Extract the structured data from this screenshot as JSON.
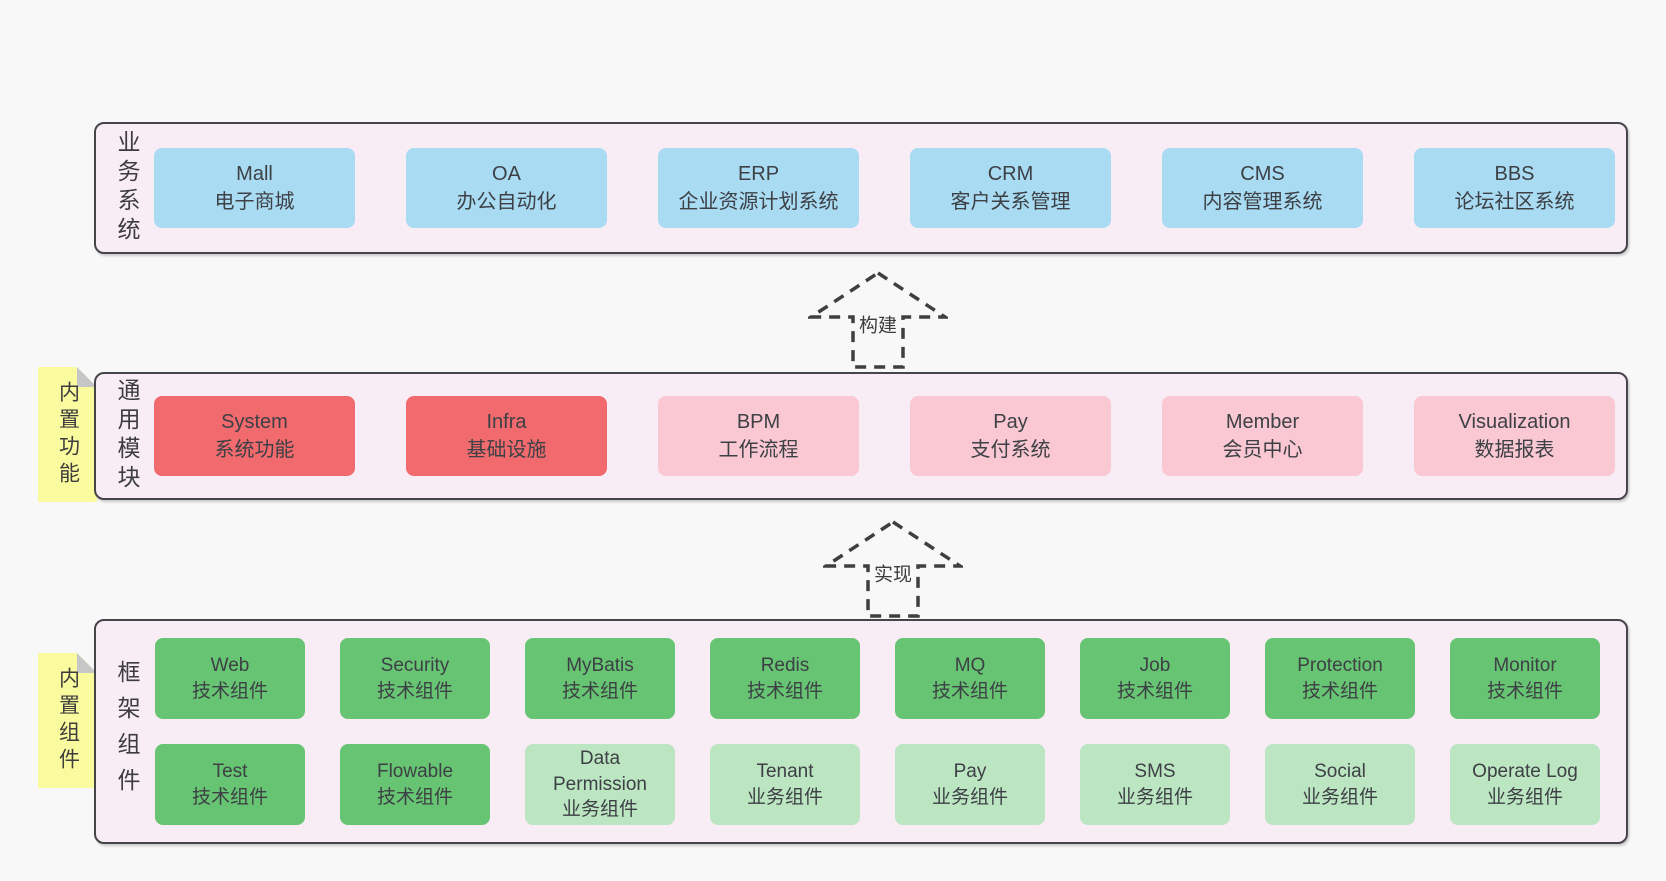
{
  "colors": {
    "page_bg": "#f8f8f8",
    "panel_bg": "#f8ecf5",
    "panel_border": "#46464a",
    "business_box": "#a9dbf3",
    "module_core_box": "#f16a6e",
    "module_optional_box": "#f9c8d2",
    "tech_component_box": "#66c472",
    "biz_component_box": "#bce5c2",
    "sticky_note": "#fafa9e",
    "text": "#3d4045"
  },
  "arrows": {
    "build": "构建",
    "implement": "实现"
  },
  "sections": {
    "business": {
      "label": "业务系统",
      "boxes": [
        {
          "en": "Mall",
          "zh": "电子商城"
        },
        {
          "en": "OA",
          "zh": "办公自动化"
        },
        {
          "en": "ERP",
          "zh": "企业资源计划系统"
        },
        {
          "en": "CRM",
          "zh": "客户关系管理"
        },
        {
          "en": "CMS",
          "zh": "内容管理系统"
        },
        {
          "en": "BBS",
          "zh": "论坛社区系统"
        }
      ]
    },
    "modules": {
      "label": "通用模块",
      "note": "内置功能",
      "boxes": [
        {
          "en": "System",
          "zh": "系统功能",
          "variant": "solid-red"
        },
        {
          "en": "Infra",
          "zh": "基础设施",
          "variant": "solid-red"
        },
        {
          "en": "BPM",
          "zh": "工作流程",
          "variant": "light-pink"
        },
        {
          "en": "Pay",
          "zh": "支付系统",
          "variant": "light-pink"
        },
        {
          "en": "Member",
          "zh": "会员中心",
          "variant": "light-pink"
        },
        {
          "en": "Visualization",
          "zh": "数据报表",
          "variant": "light-pink"
        }
      ]
    },
    "components": {
      "label": "框架组件",
      "note": "内置组件",
      "row1": [
        {
          "en": "Web",
          "zh": "技术组件",
          "variant": "solid-green"
        },
        {
          "en": "Security",
          "zh": "技术组件",
          "variant": "solid-green"
        },
        {
          "en": "MyBatis",
          "zh": "技术组件",
          "variant": "solid-green"
        },
        {
          "en": "Redis",
          "zh": "技术组件",
          "variant": "solid-green"
        },
        {
          "en": "MQ",
          "zh": "技术组件",
          "variant": "solid-green"
        },
        {
          "en": "Job",
          "zh": "技术组件",
          "variant": "solid-green"
        },
        {
          "en": "Protection",
          "zh": "技术组件",
          "variant": "solid-green"
        },
        {
          "en": "Monitor",
          "zh": "技术组件",
          "variant": "solid-green"
        }
      ],
      "row2": [
        {
          "en": "Test",
          "zh": "技术组件",
          "variant": "solid-green"
        },
        {
          "en": "Flowable",
          "zh": "技术组件",
          "variant": "solid-green"
        },
        {
          "en": "Data Permission",
          "zh": "业务组件",
          "variant": "light-green"
        },
        {
          "en": "Tenant",
          "zh": "业务组件",
          "variant": "light-green"
        },
        {
          "en": "Pay",
          "zh": "业务组件",
          "variant": "light-green"
        },
        {
          "en": "SMS",
          "zh": "业务组件",
          "variant": "light-green"
        },
        {
          "en": "Social",
          "zh": "业务组件",
          "variant": "light-green"
        },
        {
          "en": "Operate Log",
          "zh": "业务组件",
          "variant": "light-green"
        }
      ]
    }
  }
}
